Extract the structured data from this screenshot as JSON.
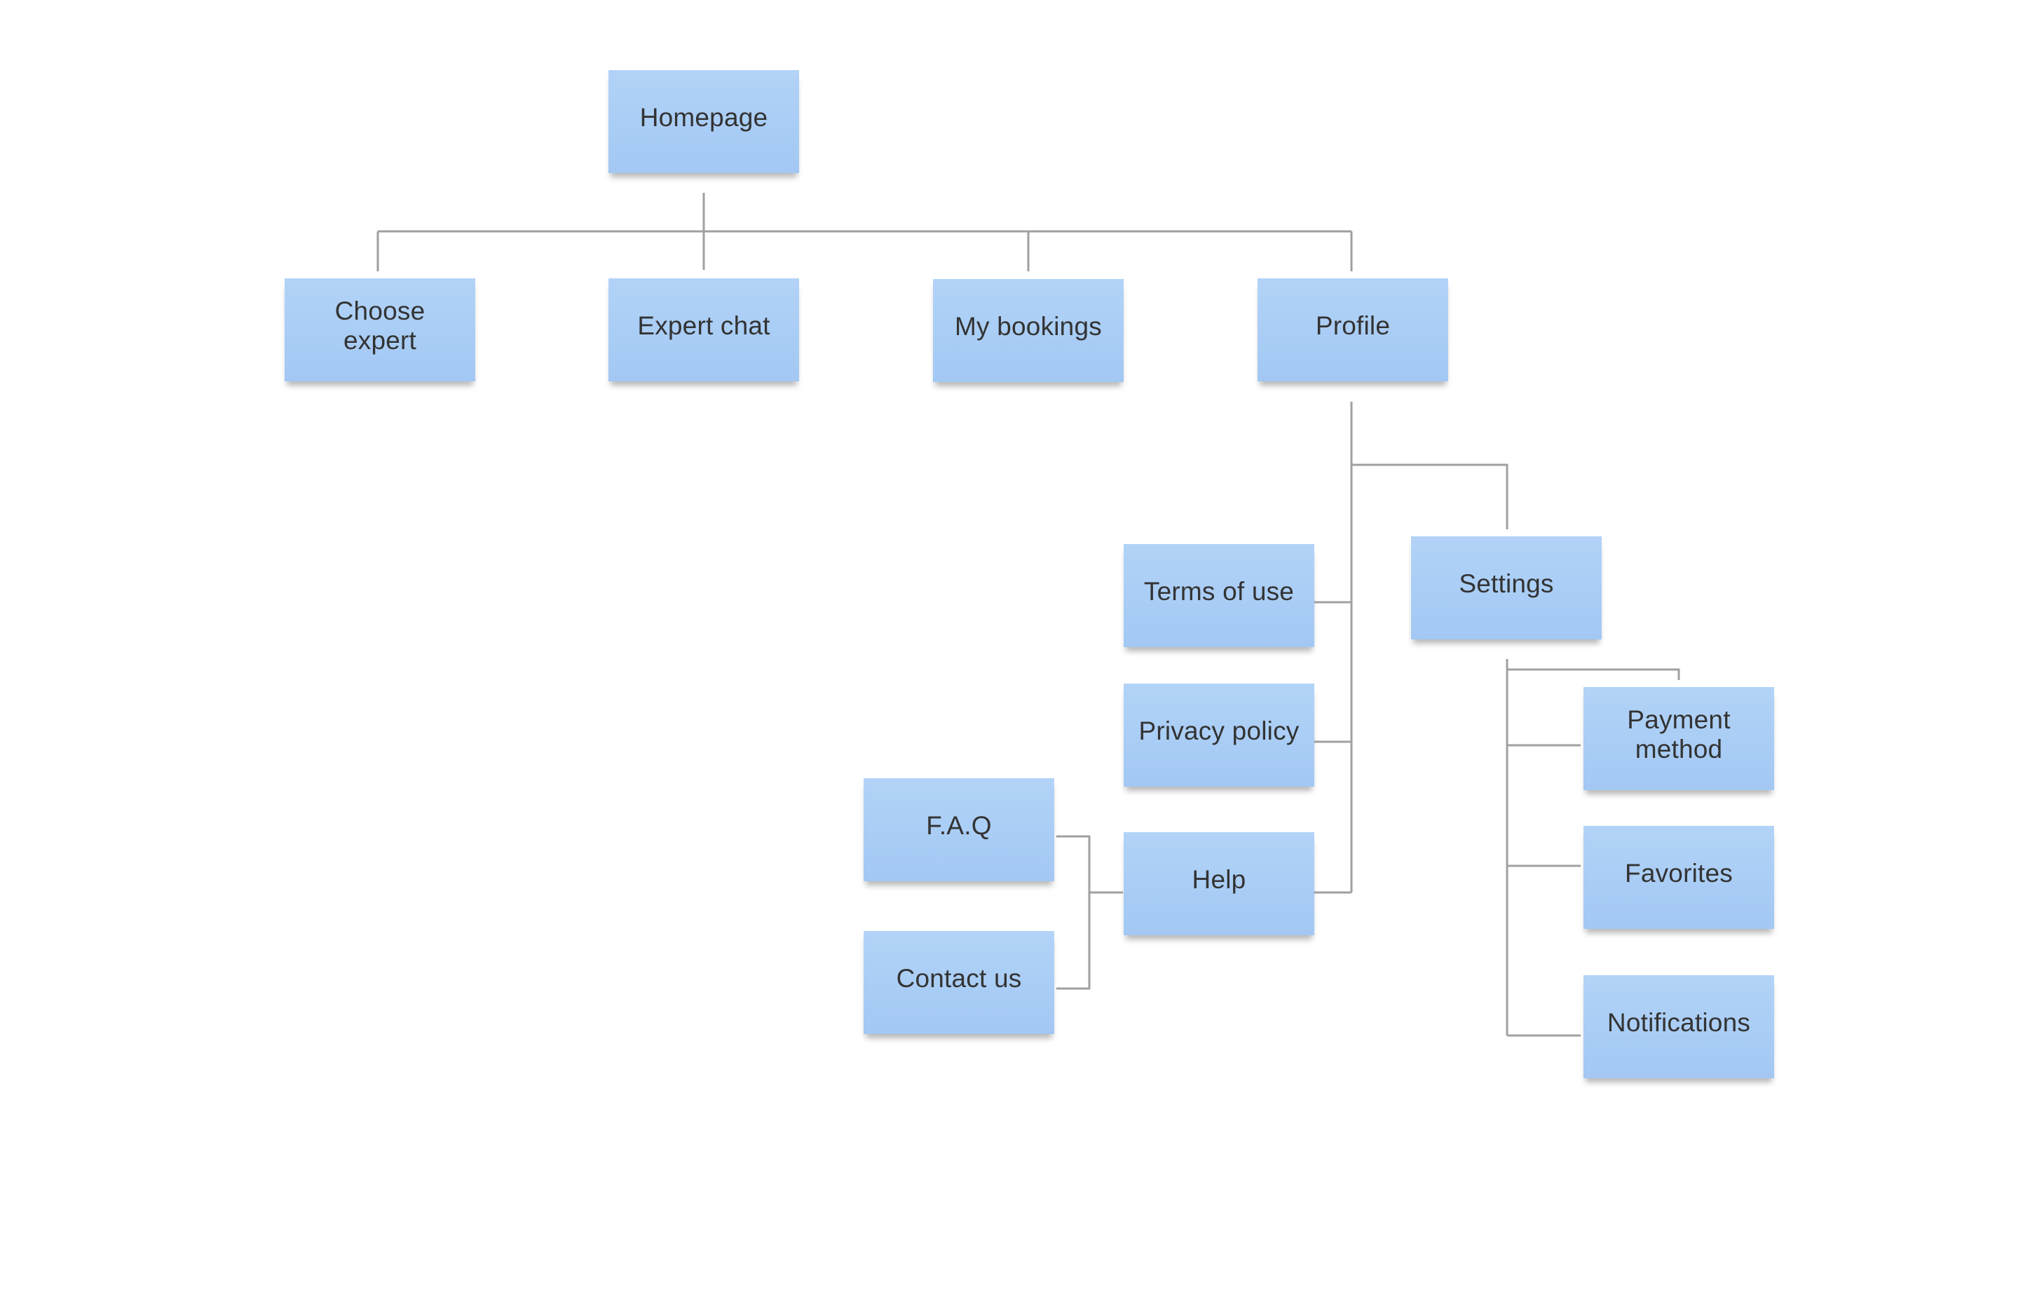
{
  "diagram": {
    "nodes": {
      "homepage": "Homepage",
      "choose_expert": "Choose expert",
      "expert_chat": "Expert chat",
      "my_bookings": "My bookings",
      "profile": "Profile",
      "settings": "Settings",
      "terms_of_use": "Terms of use",
      "privacy_policy": "Privacy policy",
      "help": "Help",
      "faq": "F.A.Q",
      "contact_us": "Contact us",
      "payment_method": "Payment method",
      "favorites": "Favorites",
      "notifications": "Notifications"
    },
    "edges": [
      {
        "from": "homepage",
        "to": "choose_expert"
      },
      {
        "from": "homepage",
        "to": "expert_chat"
      },
      {
        "from": "homepage",
        "to": "my_bookings"
      },
      {
        "from": "homepage",
        "to": "profile"
      },
      {
        "from": "profile",
        "to": "settings"
      },
      {
        "from": "profile",
        "to": "terms_of_use"
      },
      {
        "from": "profile",
        "to": "privacy_policy"
      },
      {
        "from": "profile",
        "to": "help"
      },
      {
        "from": "help",
        "to": "faq"
      },
      {
        "from": "help",
        "to": "contact_us"
      },
      {
        "from": "settings",
        "to": "payment_method"
      },
      {
        "from": "settings",
        "to": "favorites"
      },
      {
        "from": "settings",
        "to": "notifications"
      }
    ],
    "colors": {
      "note_fill": "#a9cdf5",
      "note_text": "#333333",
      "connector": "#a0a0a0"
    }
  }
}
